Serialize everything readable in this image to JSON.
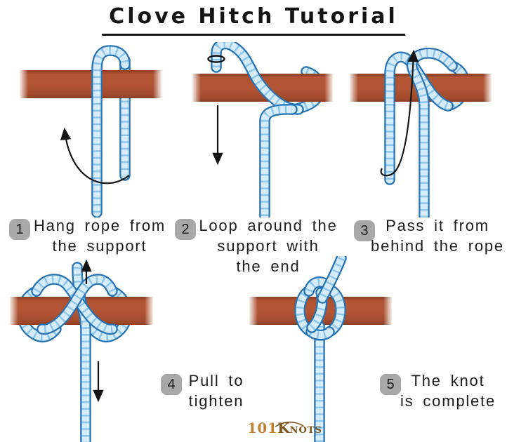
{
  "title": "Clove Hitch Tutorial",
  "steps": [
    {
      "number": "1",
      "lines": [
        "Hang rope from",
        "the support"
      ]
    },
    {
      "number": "2",
      "lines": [
        "Loop around the",
        "support with",
        "the end"
      ]
    },
    {
      "number": "3",
      "lines": [
        "Pass it from",
        "behind the rope"
      ]
    },
    {
      "number": "4",
      "lines": [
        "Pull to",
        "tighten"
      ]
    },
    {
      "number": "5",
      "lines": [
        "The knot",
        "is complete"
      ]
    }
  ],
  "logo": {
    "part1": "101",
    "part2": "K",
    "part3": "NOTS"
  },
  "icons": [
    "curved-arrow-up-left-icon",
    "straight-arrow-down-icon",
    "curved-arrow-up-icon",
    "straight-arrow-up-icon",
    "rope-end-ring-icon"
  ],
  "colors": {
    "rope-outline": "#2573b4",
    "rope-fill": "#d6ecfa",
    "rope-band": "#8cc6ec",
    "bar-main": "#b05434",
    "bar-dark": "#8a3c22",
    "badge-bg": "#a8a8a8",
    "text": "#1b1b1b",
    "arrow": "#141414",
    "logo-light": "#c08133",
    "logo-dark": "#7d541c"
  }
}
